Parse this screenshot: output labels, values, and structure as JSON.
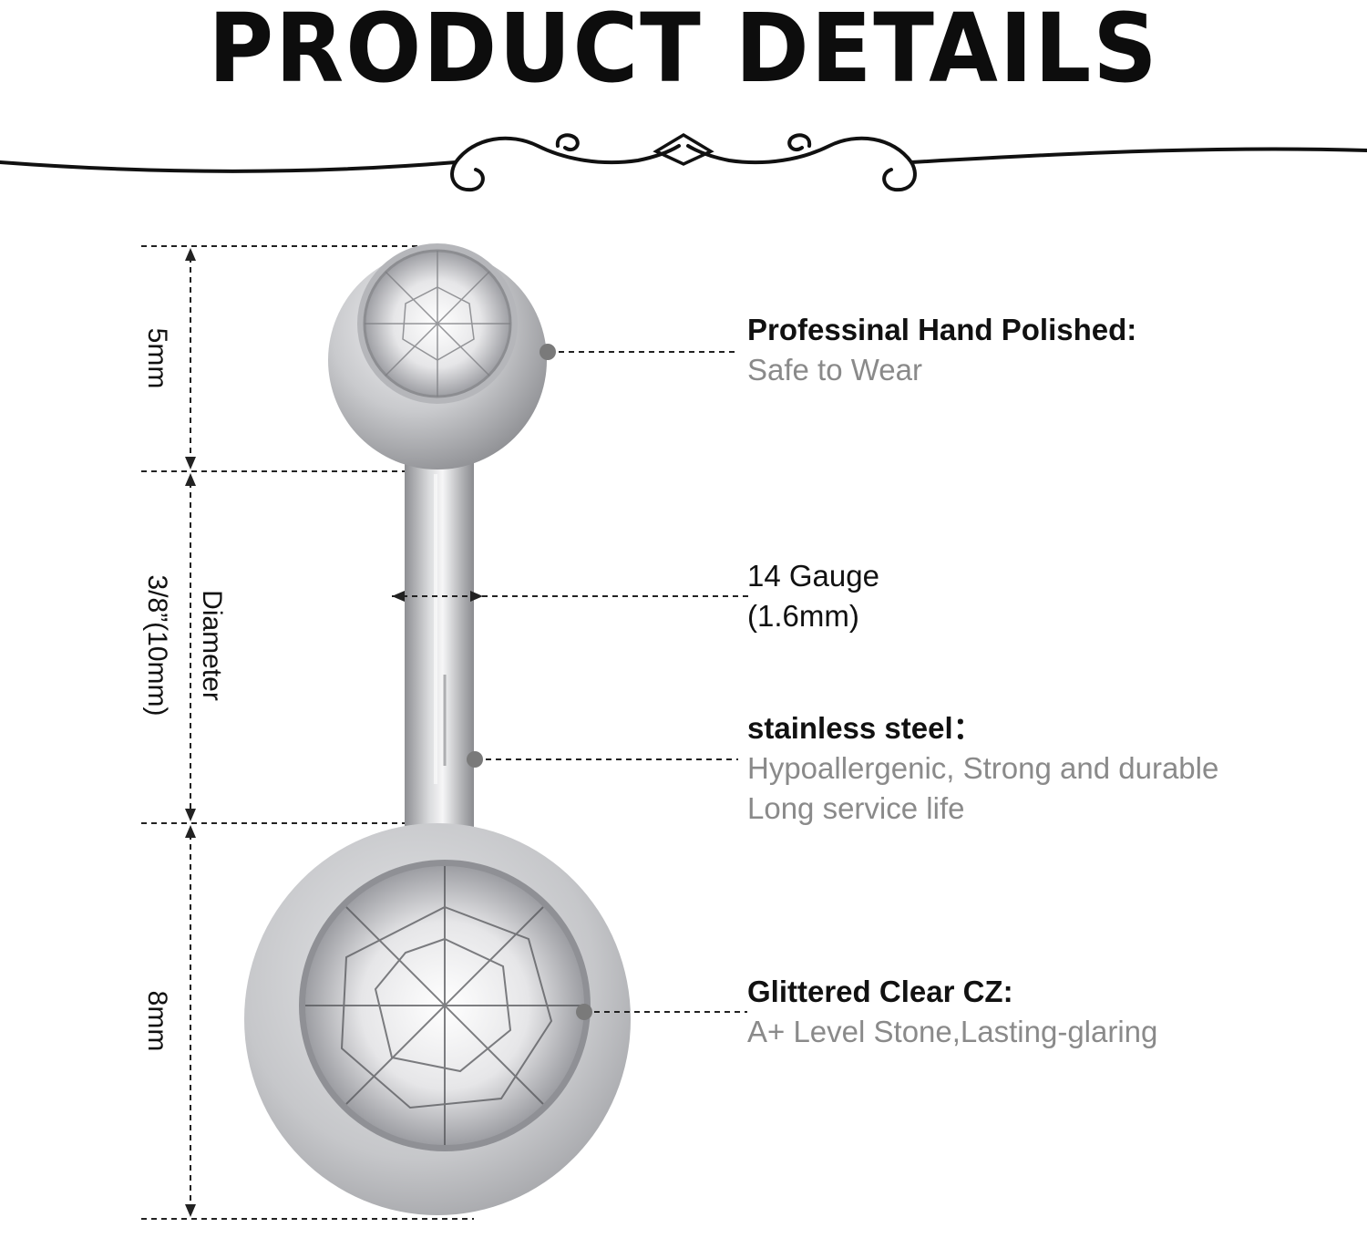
{
  "title": "PRODUCT DETAILS",
  "dimensions": {
    "top_ball": "5mm",
    "bar_length": "3/8”(10mm)",
    "bar_note": "Diameter",
    "bottom_ball": "8mm"
  },
  "features": {
    "polish": {
      "heading": "Professinal Hand Polished:",
      "sub": "Safe to Wear"
    },
    "gauge": {
      "line1": "14 Gauge",
      "line2": "(1.6mm)"
    },
    "material": {
      "heading": "stainless steel：",
      "sub1": "Hypoallergenic, Strong and durable",
      "sub2": "Long service life"
    },
    "stone": {
      "heading": "Glittered Clear CZ:",
      "sub": "A+ Level Stone,Lasting-glaring"
    }
  },
  "colors": {
    "text": "#111111",
    "subtext": "#8a8a8a",
    "marker": "#7a7a7a",
    "metal": "#c8c9cc"
  }
}
